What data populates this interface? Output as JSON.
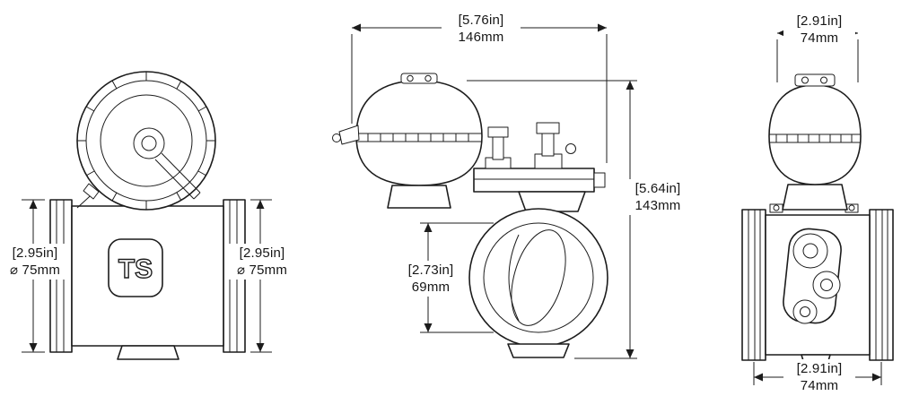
{
  "drawing": {
    "logo": "TS",
    "dimensions": {
      "front_left": {
        "imperial": "[2.95in]",
        "metric": "⌀ 75mm"
      },
      "front_right": {
        "imperial": "[2.95in]",
        "metric": "⌀ 75mm"
      },
      "side_width": {
        "imperial": "[5.76in]",
        "metric": "146mm"
      },
      "side_height": {
        "imperial": "[5.64in]",
        "metric": "143mm"
      },
      "side_bore": {
        "imperial": "[2.73in]",
        "metric": "69mm"
      },
      "rear_top": {
        "imperial": "[2.91in]",
        "metric": "74mm"
      },
      "rear_bottom": {
        "imperial": "[2.91in]",
        "metric": "74mm"
      }
    }
  }
}
